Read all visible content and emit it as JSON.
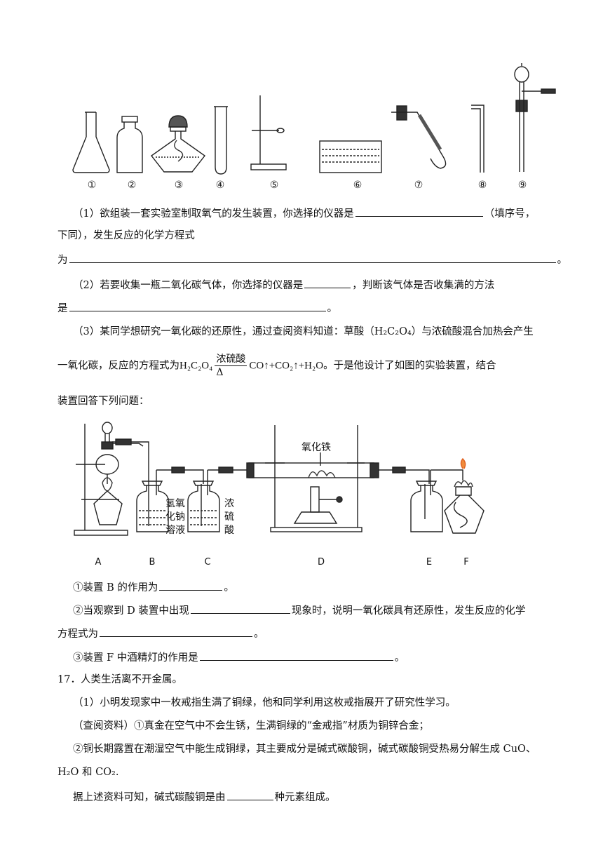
{
  "instrument_labels": [
    "①",
    "②",
    "③",
    "④",
    "⑤",
    "⑥",
    "⑦",
    "⑧",
    "⑨"
  ],
  "apparatus_labels": [
    "A",
    "B",
    "C",
    "D",
    "E",
    "F"
  ],
  "apparatus_text": {
    "iron_oxide": "氧化铁",
    "naoh_1": "氢氧",
    "naoh_2": "化钠",
    "naoh_3": "溶液",
    "acid_1": "浓",
    "acid_2": "硫",
    "acid_3": "酸"
  },
  "q1": {
    "a": "（1）欲组装一套实验室制取氧气的发生装置，你选择的仪器是",
    "b": "（填序号，",
    "c": "下同），发生反应的化学方程式",
    "d": "为",
    "e": "。"
  },
  "q2": {
    "a": "（2）若要收集一瓶二氧化碳气体，你选择的仪器是",
    "b": "，判断该气体是否收集满的方法",
    "c": "是",
    "d": "。"
  },
  "q3": {
    "a": "（3）某同学想研究一氧化碳的还原性，通过查阅资料知道：草酸（H₂C₂O₄）与浓硫酸混合加热会产生",
    "b": "一氧化碳，反应的方程式为",
    "reactant": "H₂C₂O₄",
    "condition_top": "浓硫酸",
    "condition_bottom": "Δ",
    "products": "CO↑+CO₂↑+H₂O",
    "c": "。于是他设计了如图的实验装置，结合",
    "d": "装置回答下列问题："
  },
  "sub1": {
    "a": "①装置 B 的作用为",
    "b": "。"
  },
  "sub2": {
    "a": "②当观察到 D 装置中出现",
    "b": "现象时，说明一氧化碳具有还原性，发生反应的化学",
    "c": "方程式为",
    "d": "。"
  },
  "sub3": {
    "a": "③装置 F 中酒精灯的作用是",
    "b": "。"
  },
  "q17": {
    "title": "17．人类生活离不开金属。",
    "p1": "（1）小明发现家中一枚戒指生满了铜绿，他和同学利用这枚戒指展开了研究性学习。",
    "p2": "（查阅资料）①真金在空气中不会生锈，生满铜绿的“金戒指”材质为铜锌合金；",
    "p3": "②铜长期露置在潮湿空气中能生成铜绿，其主要成分是碱式碳酸铜，碱式碳酸铜受热易分解生成 CuO、",
    "p4": "H₂O 和 CO₂.",
    "p5a": "据上述资料可知，碱式碳酸铜是由",
    "p5b": "种元素组成。"
  }
}
